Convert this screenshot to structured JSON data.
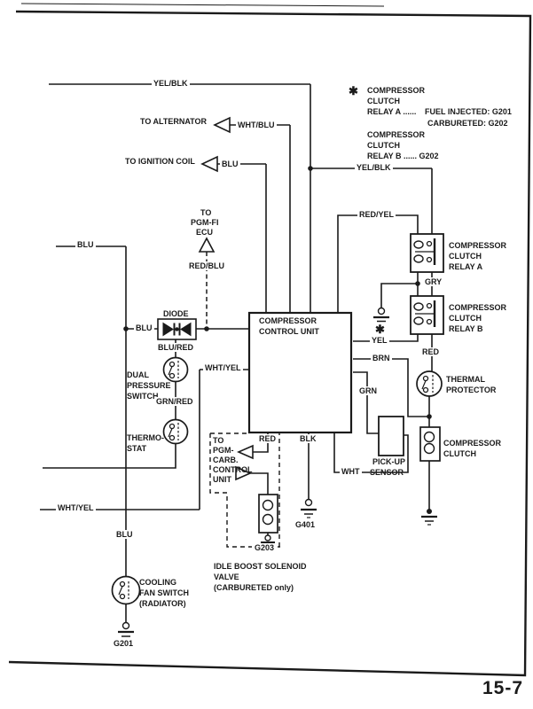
{
  "page_number": "15-7",
  "note": {
    "marker": "✱",
    "row1": "COMPRESSOR",
    "row2": "CLUTCH",
    "row3": "RELAY A ......",
    "row3_value": "FUEL INJECTED: G201",
    "row4_value": "CARBURETED: G202",
    "row5": "COMPRESSOR",
    "row6": "CLUTCH",
    "row7": "RELAY B ...... G202"
  },
  "wires": {
    "yel_blk_top": "YEL/BLK",
    "wht_blu": "WHT/BLU",
    "blu_ignition": "BLU",
    "yel_blk_mid": "YEL/BLK",
    "red_yel": "RED/YEL",
    "gry": "GRY",
    "blu_left": "BLU",
    "red_blu": "RED/BLU",
    "blu_diode": "BLU",
    "blu_red": "BLU/RED",
    "grn_red": "GRN/RED",
    "wht_yel_unit": "WHT/YEL",
    "yel": "YEL",
    "brn": "BRN",
    "red_relay": "RED",
    "grn": "GRN",
    "wht": "WHT",
    "red_unit": "RED",
    "blk_unit": "BLK",
    "wht_yel_bottom": "WHT/YEL",
    "blu_bottom": "BLU"
  },
  "destinations": {
    "alternator": "TO ALTERNATOR",
    "ignition_coil": "TO IGNITION COIL",
    "pgm_fi_ecu": [
      "TO",
      "PGM-FI",
      "ECU"
    ],
    "pgm_carb_unit": [
      "TO",
      "PGM-",
      "CARB.",
      "CONTROL",
      "UNIT"
    ]
  },
  "components": {
    "control_unit": [
      "COMPRESSOR",
      "CONTROL UNIT"
    ],
    "diode": "DIODE",
    "dual_pressure_switch": [
      "DUAL",
      "PRESSURE",
      "SWITCH"
    ],
    "thermostat": [
      "THERMO-",
      "STAT"
    ],
    "relay_a": [
      "COMPRESSOR",
      "CLUTCH",
      "RELAY A"
    ],
    "relay_b": [
      "COMPRESSOR",
      "CLUTCH",
      "RELAY B"
    ],
    "thermal_protector": [
      "THERMAL",
      "PROTECTOR"
    ],
    "compressor_clutch": [
      "COMPRESSOR",
      "CLUTCH"
    ],
    "pickup_sensor": [
      "PICK-UP",
      "SENSOR"
    ],
    "idle_boost_valve": [
      "IDLE BOOST SOLENOID",
      "VALVE",
      "(CARBURETED only)"
    ],
    "cooling_fan_switch": [
      "COOLING",
      "FAN SWITCH",
      "(RADIATOR)"
    ]
  },
  "grounds": {
    "g201": "G201",
    "g203": "G203",
    "g401": "G401",
    "relay_ground_marker": "✱"
  }
}
